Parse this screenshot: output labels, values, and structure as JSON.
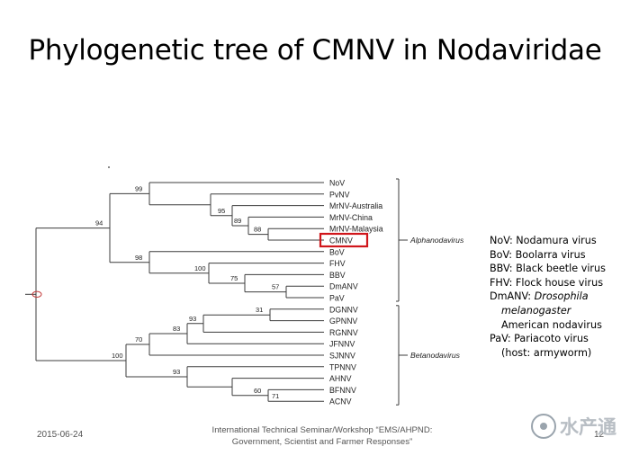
{
  "slide": {
    "title": "Phylogenetic tree of CMNV in Nodaviridae",
    "date": "2015-06-24",
    "event_line1": "International Technical Seminar/Workshop “EMS/AHPND:",
    "event_line2": "Government, Scientist and Farmer Responses”",
    "page_number": "12"
  },
  "tree": {
    "taxa": [
      "NoV",
      "PvNV",
      "MrNV-Australia",
      "MrNV-China",
      "MrNV-Malaysia",
      "CMNV",
      "BoV",
      "FHV",
      "BBV",
      "DmANV",
      "PaV",
      "DGNNV",
      "GPNNV",
      "RGNNV",
      "JFNNV",
      "SJNNV",
      "TPNNV",
      "AHNV",
      "BFNNV",
      "ACNV"
    ],
    "bootstrap": [
      "99",
      "95",
      "89",
      "88",
      "94",
      "98",
      "100",
      "75",
      "57",
      "31",
      "93",
      "83",
      "70",
      "100",
      "93",
      "60",
      "71"
    ],
    "highlighted_taxon": "CMNV",
    "highlight_color": "#d0161b",
    "clades": [
      "Alphanodavirus",
      "Betanodavirus"
    ]
  },
  "legend": {
    "nov": "NoV: Nodamura virus",
    "bov": "BoV: Boolarra virus",
    "bbv": "BBV: Black beetle virus",
    "fhv": "FHV: Flock house virus",
    "dmanv_prefix": "DmANV: ",
    "dmanv_genus": "Drosophila",
    "dmanv_species": "melanogaster",
    "dmanv_common": "American nodavirus",
    "pav": "PaV: Pariacoto virus",
    "pav_host": "(host: armyworm)"
  },
  "watermark": {
    "text": "水产通"
  }
}
